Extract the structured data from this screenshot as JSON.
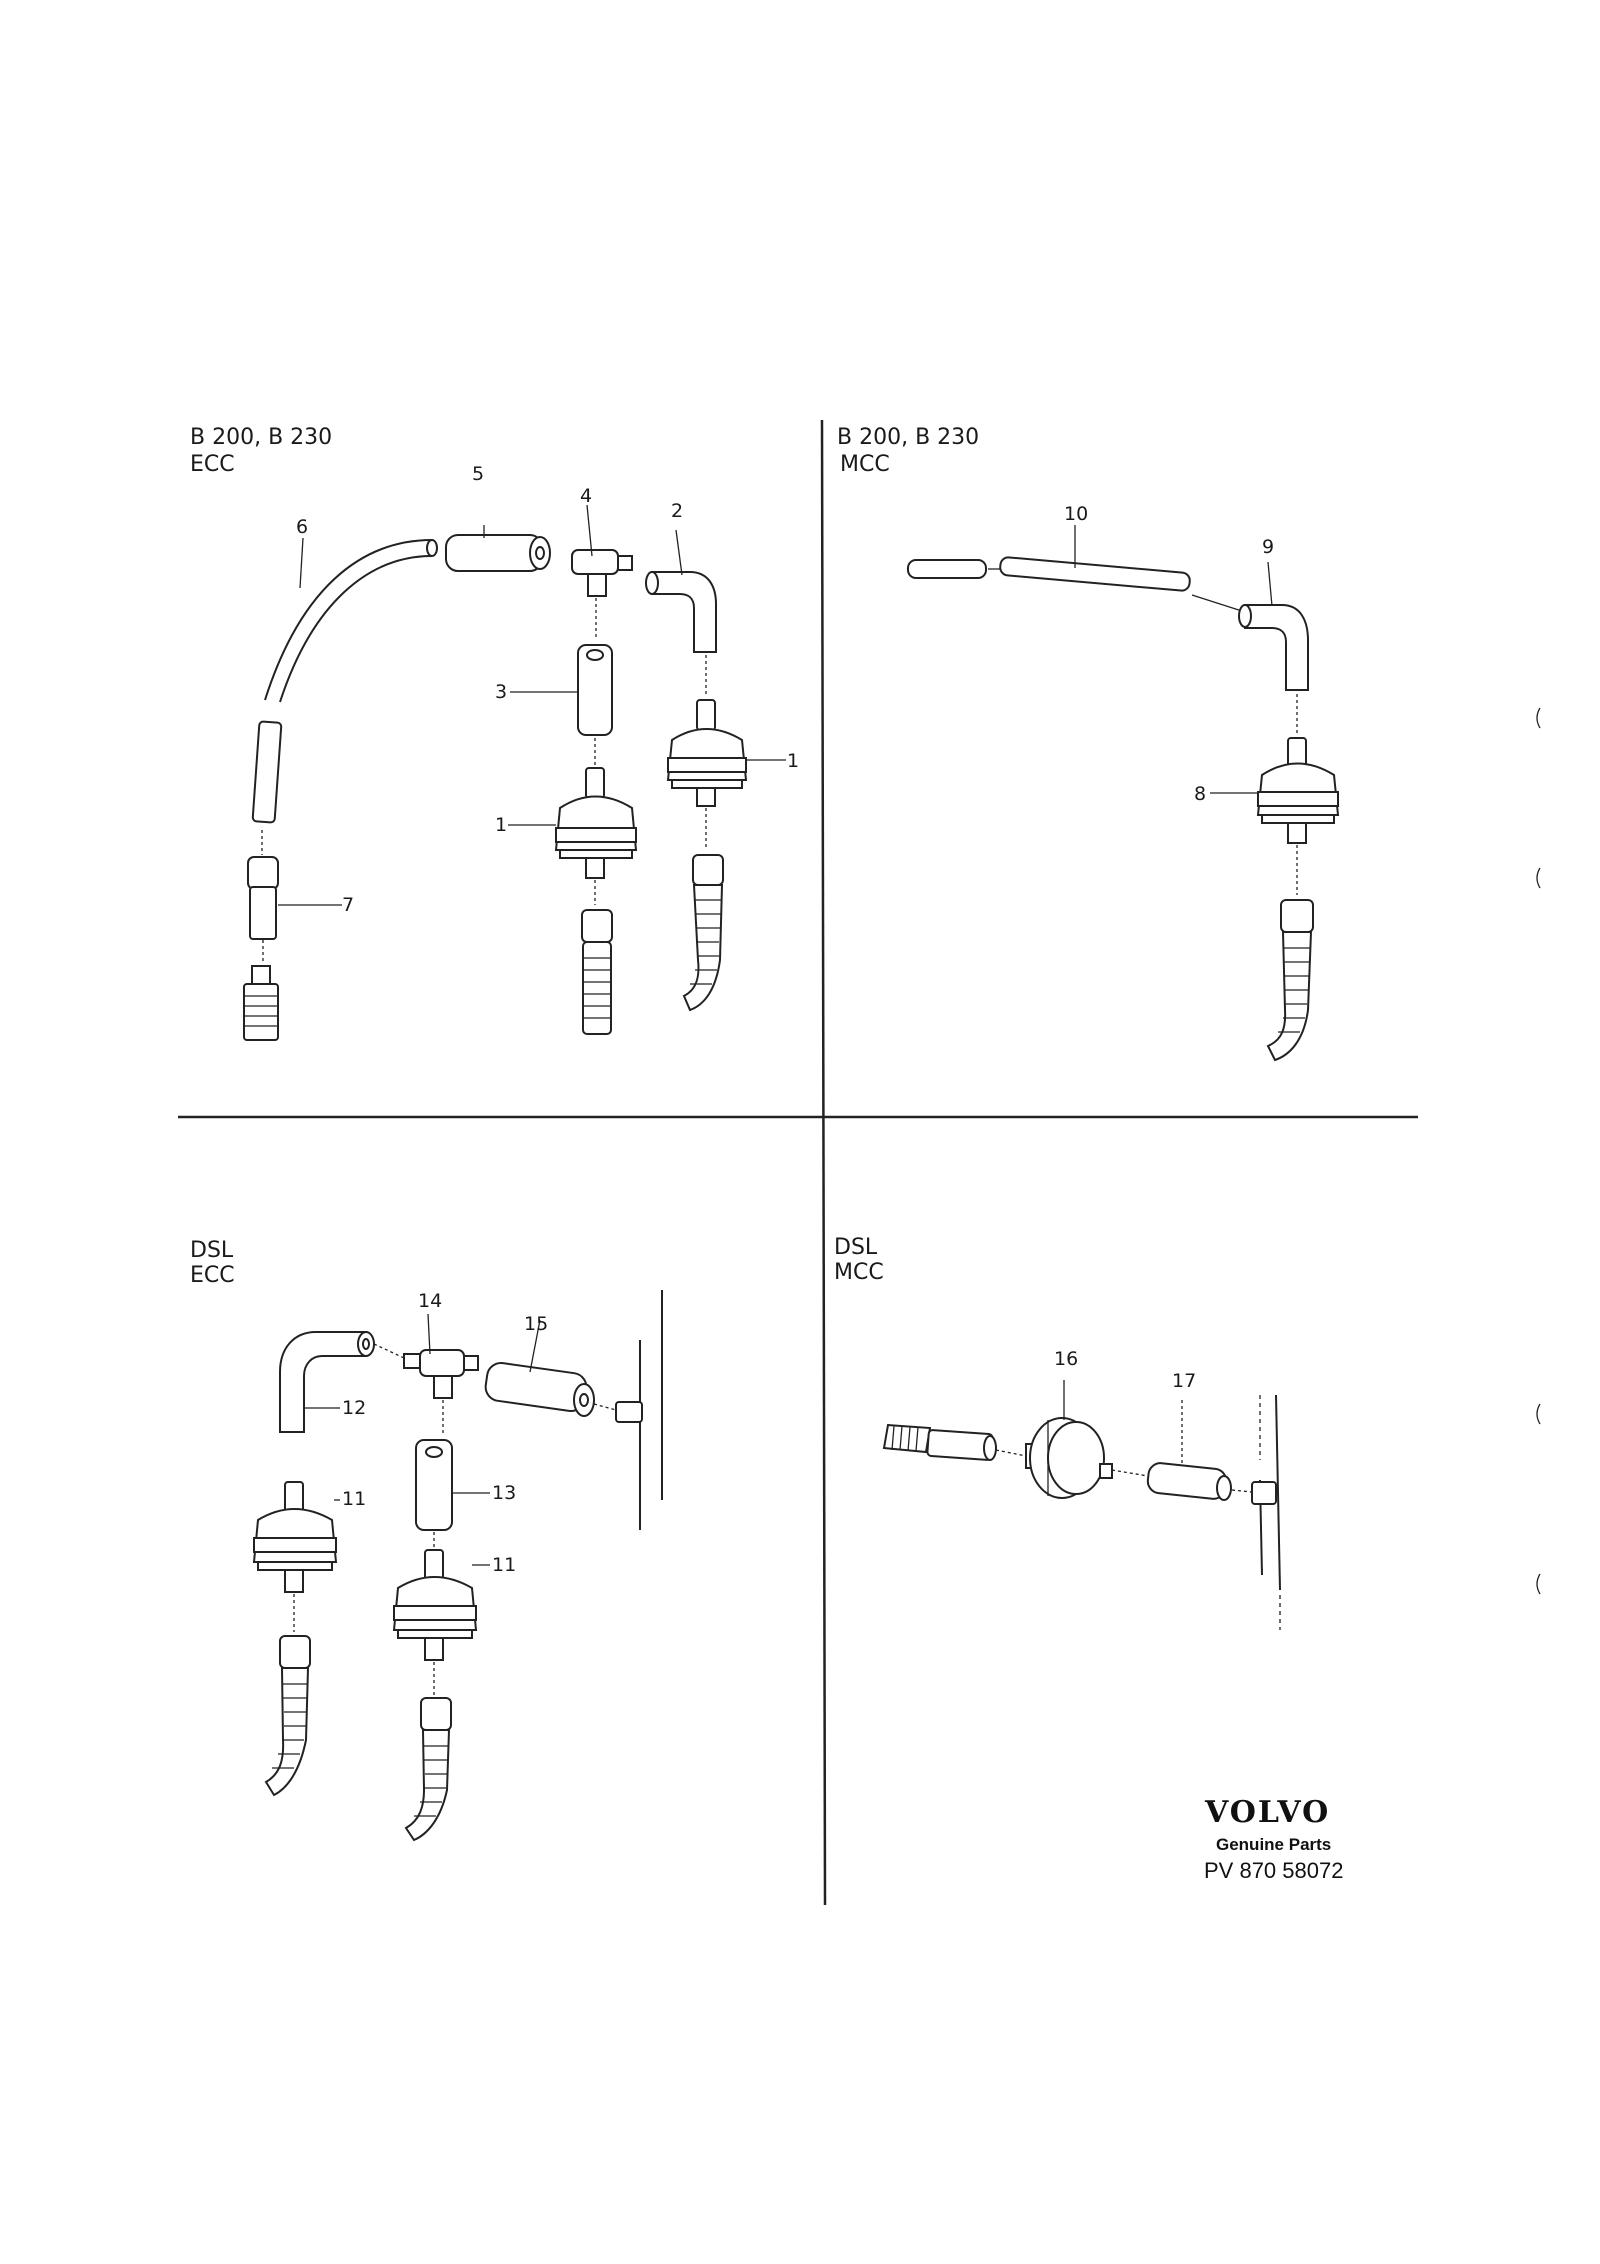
{
  "panels": [
    {
      "id": "b-ecc",
      "line1": "B 200, B 230",
      "line2": "ECC"
    },
    {
      "id": "b-mcc",
      "line1": "B 200, B 230",
      "line2": "MCC"
    },
    {
      "id": "dsl-ecc",
      "line1": "DSL",
      "line2": "ECC"
    },
    {
      "id": "dsl-mcc",
      "line1": "DSL",
      "line2": "MCC"
    }
  ],
  "callouts": [
    "1",
    "1",
    "2",
    "3",
    "4",
    "5",
    "6",
    "7",
    "8",
    "9",
    "10",
    "11",
    "11",
    "12",
    "13",
    "14",
    "15",
    "16",
    "17"
  ],
  "brand": {
    "name": "VOLVO",
    "tagline": "Genuine Parts",
    "code": "PV 870 58072"
  }
}
